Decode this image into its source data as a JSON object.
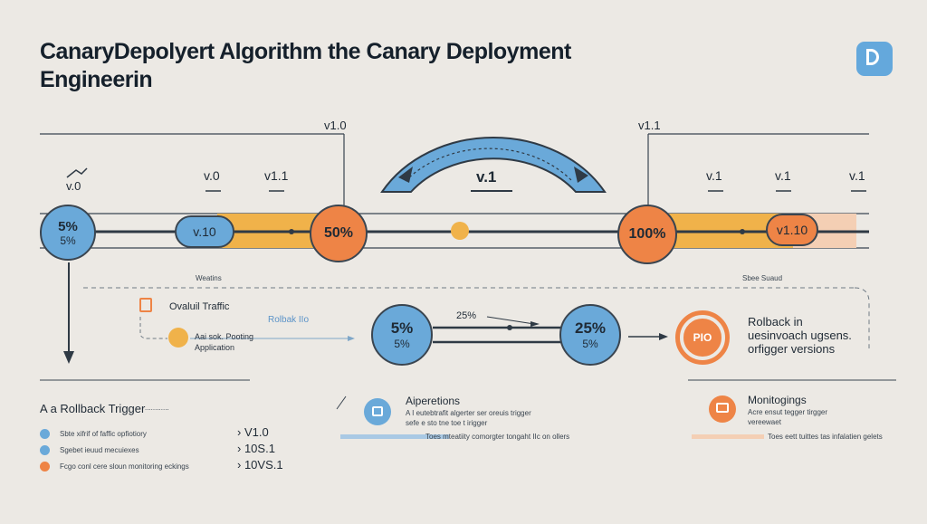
{
  "title": {
    "line1": "CanaryDepolyert Algorithm  the Canary Deployment",
    "line2": "Engineerin"
  },
  "colors": {
    "blue": "#6aa9d9",
    "orange": "#ee8446",
    "amber": "#f0b24a",
    "dark": "#2f3a45",
    "background": "#ece9e4"
  },
  "logo": {
    "icon": "d-logo-icon"
  },
  "timeline": {
    "top_v10_label": "v1.0",
    "top_v11_label": "v1.1",
    "arc_label": "v.1",
    "left_marker": "v.0",
    "marker_v0": "v.0",
    "marker_v11": "v1.1",
    "right_markers": [
      "v.1",
      "v.1",
      "v.1"
    ],
    "node_5": {
      "line1": "5%",
      "line2": "5%"
    },
    "pill_v10": "v.10",
    "node_50": "50%",
    "node_100": "100%",
    "pill_v110": "v1.10",
    "caption_left": "Weatins",
    "caption_right": "Sbee Suaud"
  },
  "flow": {
    "traffic_label": "Ovaluil Traffic",
    "routing_line1": "Aai sok. Pooting",
    "routing_line2": "Application",
    "rollback_label": "Rolbak IIo",
    "top_pct": "25%",
    "node_a": {
      "line1": "5%",
      "line2": "5%"
    },
    "node_b": {
      "line1": "25%",
      "line2": "5%"
    },
    "badge": "PIO",
    "rollback_line1": "Rolback in",
    "rollback_line2": "uesinvoach ugsens.",
    "rollback_line3": "orfigger versions"
  },
  "legend": {
    "title": "A a Rollback Trigger",
    "title_note": "............",
    "items": [
      {
        "text": "Sbte xifrif of faffic opfiotiory",
        "version": "V1.0",
        "color": "#6aa9d9"
      },
      {
        "text": "Sgebet ieuud mecuiexes",
        "version": "10S.1",
        "color": "#6aa9d9"
      },
      {
        "text": "Fcgo conl cere sloun monitoring eckings",
        "version": "10VS.1",
        "color": "#ee8446"
      }
    ]
  },
  "operations": {
    "title": "Aiperetions",
    "line1": "A I eutebtrafit algerter ser oreuis trigger",
    "line2": "sefe e sto tne toe t irigger",
    "bar_text": "Toes mteatiity comorgter tongaht IIc on ollers",
    "icon": "list-icon"
  },
  "monitoring": {
    "title": "Monitogings",
    "line1": "Acre ensut tegger tirgger",
    "line2": "vereewaet",
    "bar_text": "Toes eett tuittes tas infalatien gelets",
    "icon": "monitor-icon"
  }
}
